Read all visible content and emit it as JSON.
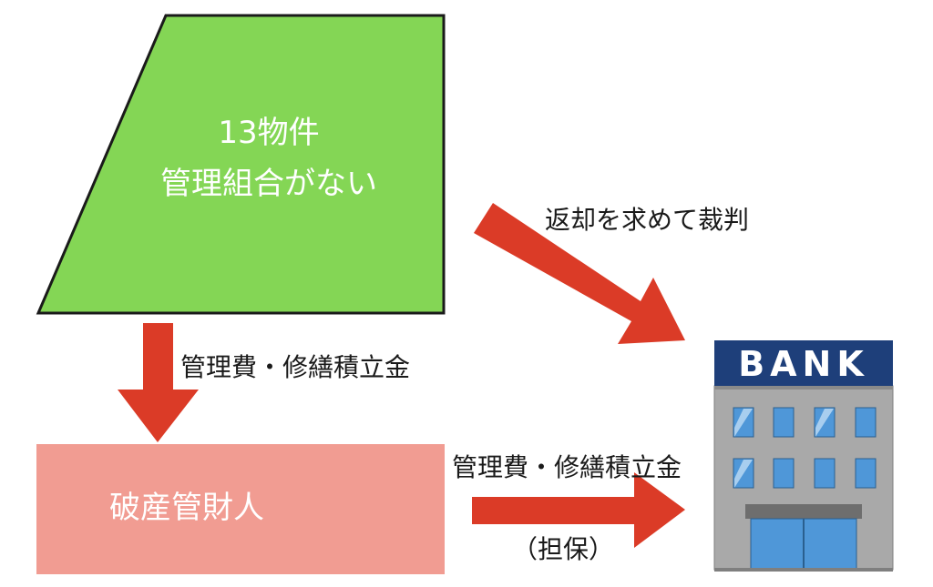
{
  "green_box": {
    "line1": "13物件",
    "line2": "管理組合がない",
    "color": "#84d655"
  },
  "trustee_box": {
    "label": "破産管財人",
    "color": "#f19c92"
  },
  "arrows": {
    "color": "#db3b27",
    "down_label": "管理費・修繕積立金",
    "diagonal_label": "返却を求めて裁判",
    "right_label_top": "管理費・修繕積立金",
    "right_label_bottom": "（担保）"
  },
  "bank": {
    "sign_text": "BANK",
    "sign_color": "#1e3f7a",
    "body_color": "#a9a9a9",
    "window_color": "#4f97d8",
    "door_color": "#4f97d8"
  }
}
